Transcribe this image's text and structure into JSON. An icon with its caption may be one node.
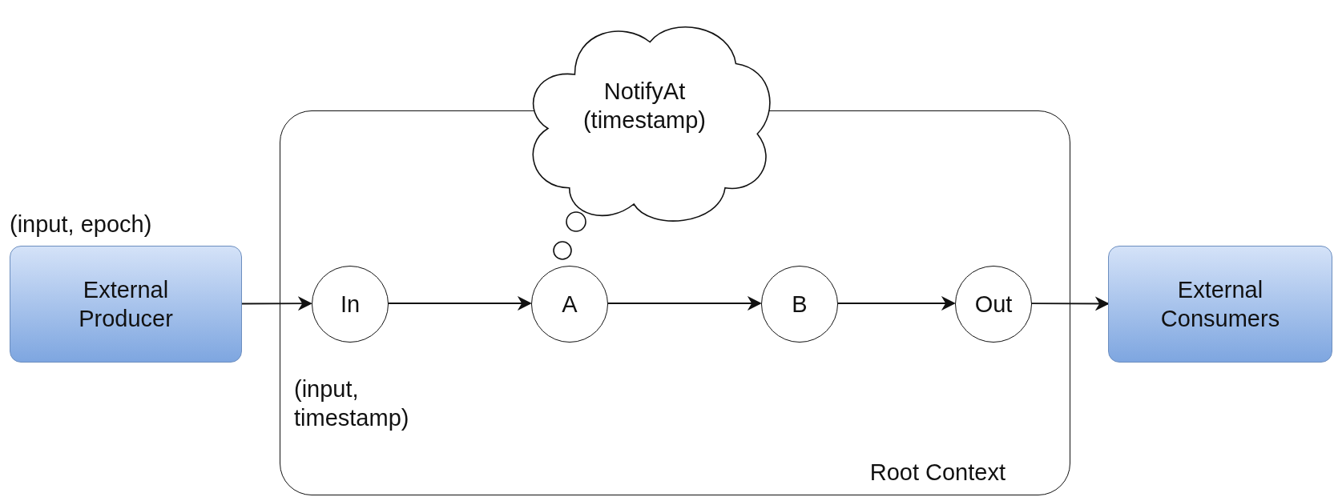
{
  "diagram": {
    "nodes": [
      {
        "text": [
          "Root Context"
        ]
      },
      {
        "text": [
          "External Producer"
        ],
        "beside": [
          "(input, epoch)"
        ]
      },
      {
        "text": [
          "In"
        ],
        "in": 0,
        "beside": [
          "(input, timestamp)"
        ]
      },
      {
        "text": [
          "A"
        ],
        "in": 0
      },
      {
        "text": [
          "B"
        ],
        "in": 0
      },
      {
        "text": [
          "Out"
        ],
        "in": 0
      },
      {
        "text": [
          "External Consumers"
        ]
      },
      {
        "text": [
          "NotifyAt (timestamp)"
        ]
      }
    ],
    "edges": [
      {
        "from": 1,
        "to": 2,
        "arrow": "to"
      },
      {
        "from": 2,
        "to": 3,
        "arrow": "to"
      },
      {
        "from": 3,
        "to": 4,
        "arrow": "to"
      },
      {
        "from": 4,
        "to": 5,
        "arrow": "to"
      },
      {
        "from": 5,
        "to": 6,
        "arrow": "to"
      }
    ]
  }
}
